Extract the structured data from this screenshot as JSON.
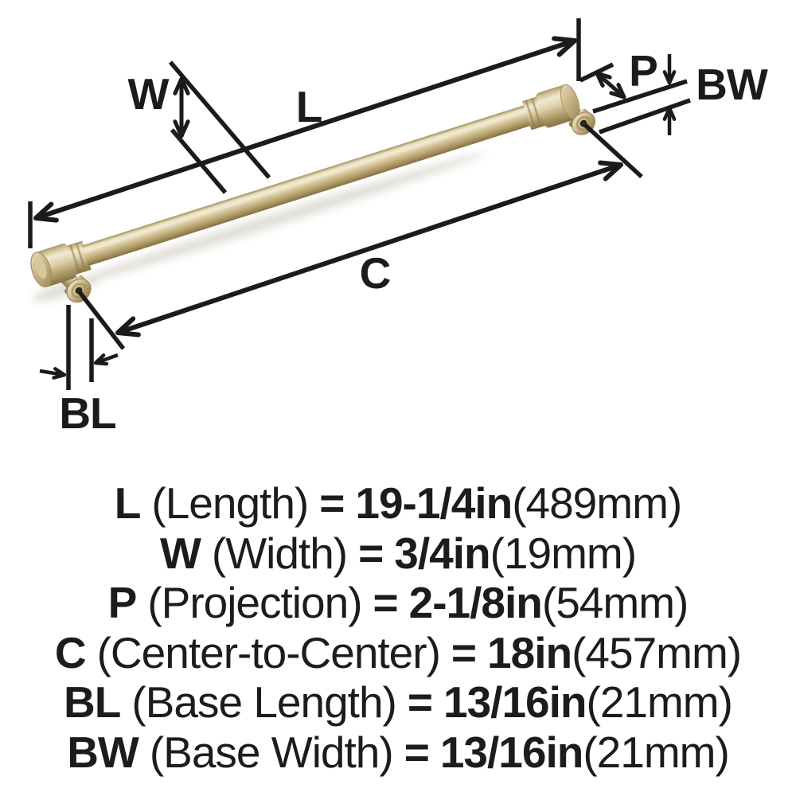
{
  "diagram": {
    "labels": {
      "length": "L",
      "width": "W",
      "projection": "P",
      "center_to_center": "C",
      "base_length": "BL",
      "base_width": "BW"
    },
    "handle": {
      "type": "bar-pull",
      "finish_highlight": "#f2ecd8",
      "finish_mid": "#d5c69c",
      "finish_shadow": "#8d7a4e"
    },
    "line_color": "#1b1b1b"
  },
  "legend": {
    "rows": [
      {
        "abbr": "L",
        "name": "(Length)",
        "eq": "=",
        "value": "19-1/4in",
        "metric": "(489mm)"
      },
      {
        "abbr": "W",
        "name": "(Width)",
        "eq": "=",
        "value": "3/4in",
        "metric": "(19mm)"
      },
      {
        "abbr": "P",
        "name": "(Projection)",
        "eq": "=",
        "value": "2-1/8in",
        "metric": "(54mm)"
      },
      {
        "abbr": "C",
        "name": "(Center-to-Center)",
        "eq": "=",
        "value": "18in",
        "metric": "(457mm)"
      },
      {
        "abbr": "BL",
        "name": "(Base Length)",
        "eq": "=",
        "value": "13/16in",
        "metric": "(21mm)"
      },
      {
        "abbr": "BW",
        "name": "(Base Width)",
        "eq": "=",
        "value": "13/16in",
        "metric": "(21mm)"
      }
    ]
  }
}
